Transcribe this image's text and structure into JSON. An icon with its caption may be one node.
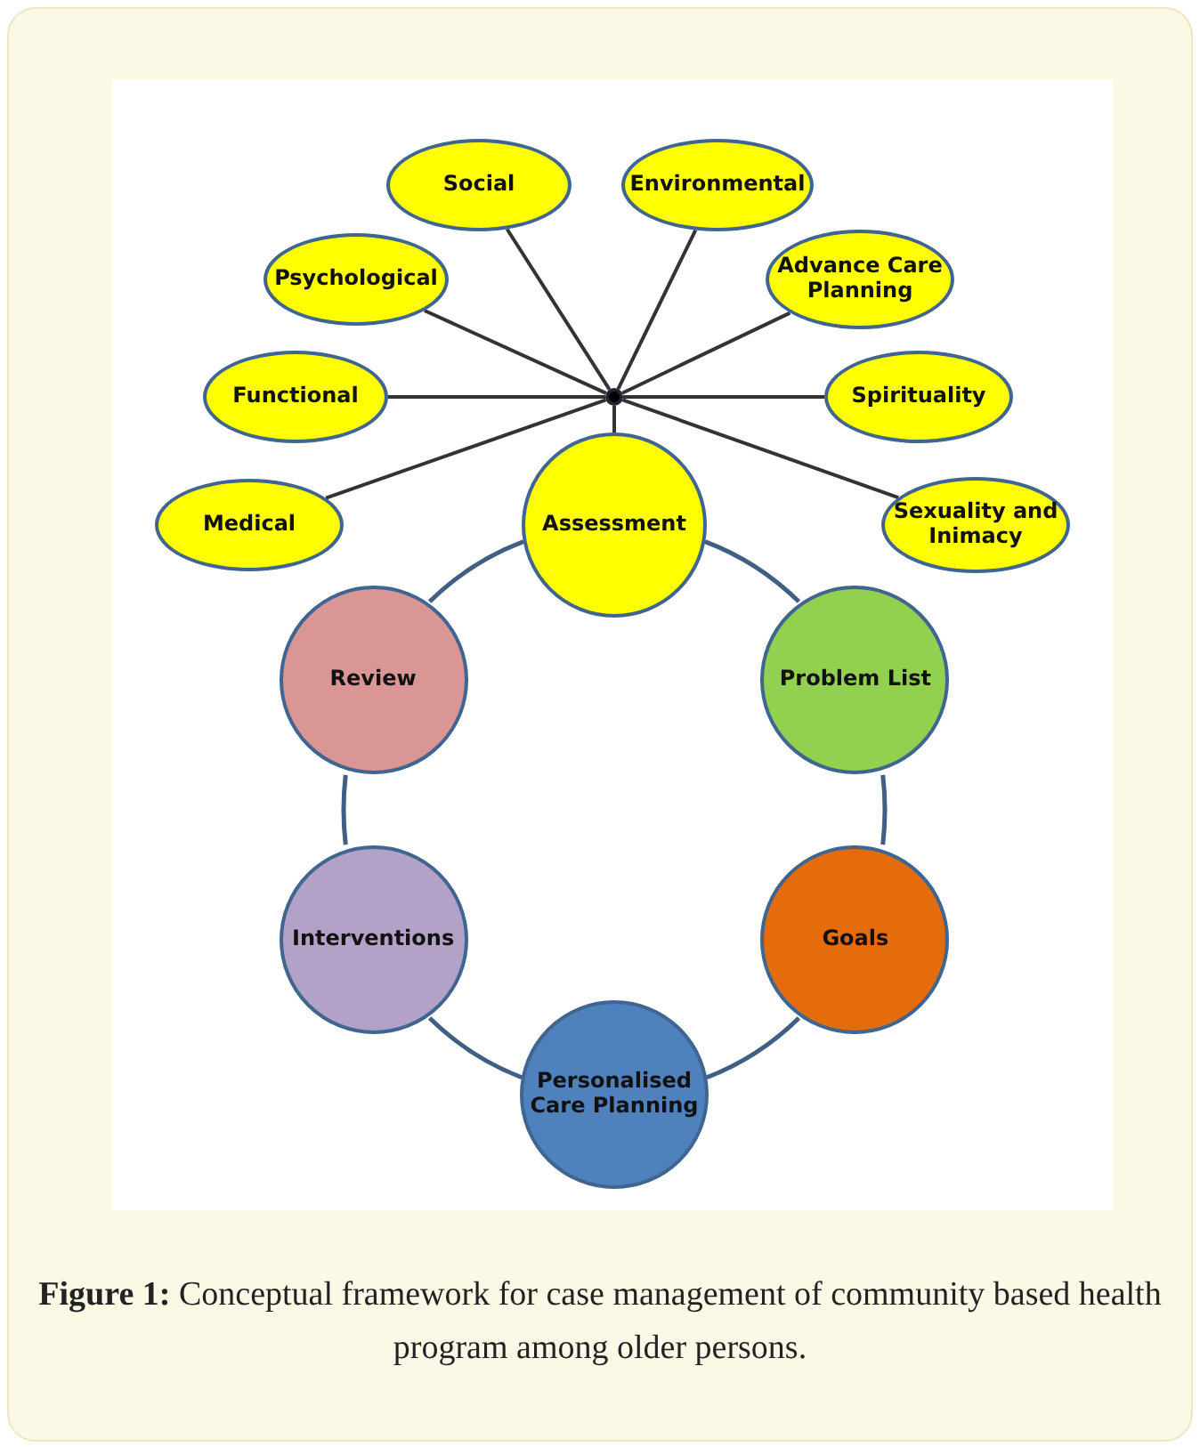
{
  "diagram": {
    "caption": "**Figure 1:** Conceptual framework for case management of community based health program among older persons.",
    "nodes": [
      {
        "text": [
          "Social"
        ]
      },
      {
        "text": [
          "Environmental"
        ]
      },
      {
        "text": [
          "Psychological"
        ]
      },
      {
        "text": [
          "Advance Care Planning"
        ]
      },
      {
        "text": [
          "Functional"
        ]
      },
      {
        "text": [],
        "shape": "circle"
      },
      {
        "text": [
          "Spirituality"
        ]
      },
      {
        "text": [
          "Medical"
        ]
      },
      {
        "text": [
          "Assessment"
        ]
      },
      {
        "text": [
          "Sexuality and Inimacy"
        ]
      },
      {
        "text": [
          "Review"
        ]
      },
      {
        "text": [
          "Problem List"
        ]
      },
      {
        "text": [
          "Interventions"
        ]
      },
      {
        "text": [
          "Goals"
        ]
      },
      {
        "text": [
          "Personalised Care Planning"
        ]
      }
    ],
    "edges": [
      {
        "from": 5,
        "to": 0,
        "arrow": "none"
      },
      {
        "from": 5,
        "to": 1,
        "arrow": "none"
      },
      {
        "from": 5,
        "to": 2,
        "arrow": "none"
      },
      {
        "from": 5,
        "to": 3,
        "arrow": "none"
      },
      {
        "from": 5,
        "to": 4,
        "arrow": "none"
      },
      {
        "from": 5,
        "to": 6,
        "arrow": "none"
      },
      {
        "from": 5,
        "to": 7,
        "arrow": "none"
      },
      {
        "from": 5,
        "to": 9,
        "arrow": "none"
      },
      {
        "from": 5,
        "to": 8,
        "arrow": "none"
      },
      {
        "from": 8,
        "to": 11,
        "arrow": "none",
        "color": "#3f5f85"
      },
      {
        "from": 11,
        "to": 13,
        "arrow": "none",
        "color": "#3f5f85"
      },
      {
        "from": 13,
        "to": 14,
        "arrow": "none",
        "color": "#3f5f85"
      },
      {
        "from": 14,
        "to": 12,
        "arrow": "none",
        "color": "#3f5f85"
      },
      {
        "from": 12,
        "to": 10,
        "arrow": "none",
        "color": "#3f5f85"
      },
      {
        "from": 10,
        "to": 8,
        "arrow": "none",
        "color": "#3f5f85"
      }
    ]
  }
}
